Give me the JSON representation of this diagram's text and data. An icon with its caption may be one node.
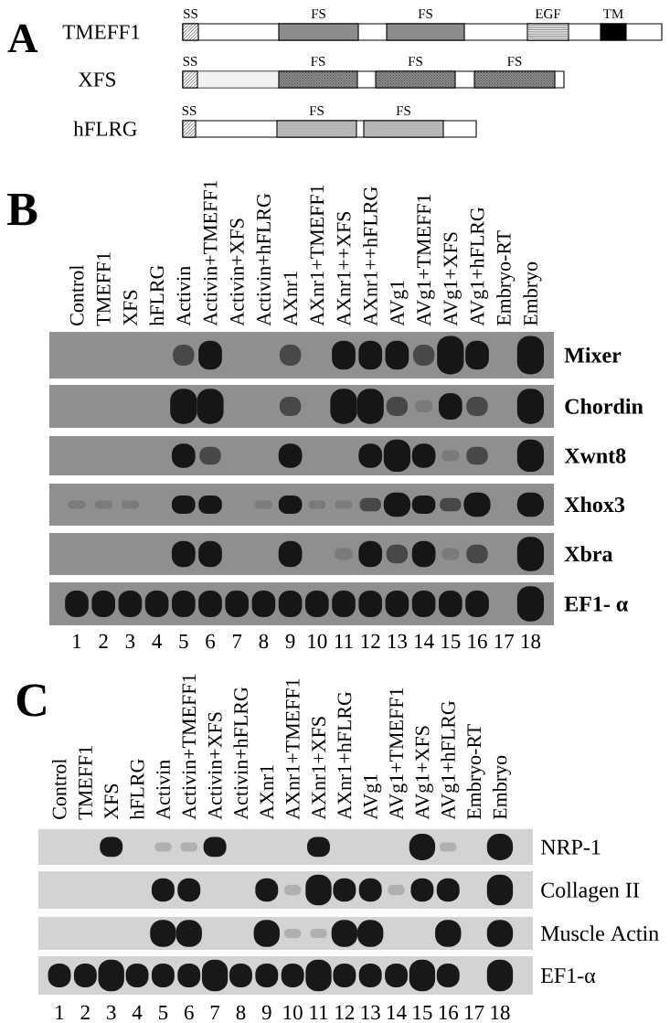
{
  "diagram": {
    "nodes": [
      {
        "text": [],
        "shape": "bar",
        "beside": [
          "TMEFF1"
        ]
      },
      {
        "text": [
          "SS"
        ],
        "in": 0
      },
      {
        "text": [
          "FS"
        ],
        "in": 0
      },
      {
        "text": [
          "FS"
        ],
        "in": 0
      },
      {
        "text": [
          "EGF"
        ],
        "in": 0
      },
      {
        "text": [
          "TM"
        ],
        "in": 0
      },
      {
        "text": [],
        "shape": "bar",
        "beside": [
          "XFS"
        ]
      },
      {
        "text": [
          "SS"
        ],
        "in": 6
      },
      {
        "text": [
          "FS"
        ],
        "in": 6
      },
      {
        "text": [
          "FS"
        ],
        "in": 6
      },
      {
        "text": [
          "FS"
        ],
        "in": 6
      },
      {
        "text": [],
        "shape": "bar",
        "beside": [
          "hFLRG"
        ]
      },
      {
        "text": [
          "SS"
        ],
        "in": 11
      },
      {
        "text": [
          "FS"
        ],
        "in": 11
      },
      {
        "text": [
          "FS"
        ],
        "in": 11
      },
      {
        "text": [],
        "shape": "picture",
        "beside": [
          "Mixer"
        ]
      },
      {
        "text": [],
        "shape": "picture",
        "beside": [
          "Chordin"
        ]
      },
      {
        "text": [],
        "shape": "picture",
        "beside": [
          "Xwnt8"
        ]
      },
      {
        "text": [],
        "shape": "picture",
        "beside": [
          "Xhox3"
        ]
      },
      {
        "text": [],
        "shape": "picture",
        "beside": [
          "Xbra"
        ]
      },
      {
        "text": [],
        "shape": "picture",
        "beside": [
          "EF1- α"
        ]
      },
      {
        "text": [],
        "shape": "picture",
        "beside": [
          "NRP-1"
        ]
      },
      {
        "text": [],
        "shape": "picture",
        "beside": [
          "Collagen II"
        ]
      },
      {
        "text": [],
        "shape": "picture",
        "beside": [
          "Muscle Actin"
        ]
      },
      {
        "text": [],
        "shape": "picture",
        "beside": [
          "EF1-α"
        ]
      }
    ],
    "labels": [
      "A",
      "B",
      "Control",
      "TMEFF1",
      "XFS",
      "hFLRG",
      "Activin",
      "Activin+TMEFF1",
      "Activin+XFS",
      "Activin+hFLRG",
      "AXnr1",
      "AXnr1+TMEFF1",
      "AXnr1++XFS",
      "AXnr1++hFLRG",
      "AVg1",
      "AVg1+TMEFF1",
      "AVg1+XFS",
      "AVg1+hFLRG",
      "Embryo-RT",
      "Embryo",
      "1",
      "2",
      "3",
      "4",
      "5",
      "6",
      "7",
      "8",
      "9",
      "10",
      "11",
      "12",
      "13",
      "14",
      "15",
      "16",
      "17",
      "18",
      "C",
      "Control",
      "TMEFF1",
      "XFS",
      "hFLRG",
      "Activin",
      "Activin+TMEFF1",
      "Activin+XFS",
      "Activin+hFLRG",
      "AXnr1",
      "AXnr1+TMEFF1",
      "AXnr1+XFS",
      "AXnr1+hFLRG",
      "AVg1",
      "AVg1+TMEFF1",
      "AVg1+XFS",
      "AVg1+hFLRG",
      "Embryo-RT",
      "Embryo",
      "1",
      "2",
      "3",
      "4",
      "5",
      "6",
      "7",
      "8",
      "9",
      "10",
      "11",
      "12",
      "13",
      "14",
      "15",
      "16",
      "17",
      "18"
    ]
  }
}
